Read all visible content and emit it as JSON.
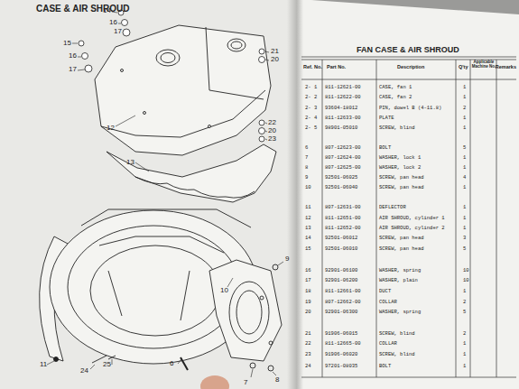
{
  "diagram": {
    "title": "FAN CASE & AIR SHROUD",
    "labels": [
      "CASE & AIR SHROUD",
      "14",
      "16",
      "17",
      "15",
      "16",
      "17",
      "21",
      "20",
      "22",
      "20",
      "23",
      "12",
      "13",
      "9",
      "10",
      "11",
      "24",
      "25",
      "6",
      "7",
      "8",
      "Ref. No.",
      "Part No.",
      "Description",
      "Q'ty",
      "Applicable Machine No.",
      "Remarks",
      "2- 1",
      "811-12621-00",
      "CASE, fan 1",
      "1",
      "2- 2",
      "811-12622-00",
      "CASE, fan 2",
      "1",
      "2- 3",
      "93604-18012",
      "PIN, dowel B (4-11.8)",
      "2",
      "2- 4",
      "811-12633-00",
      "PLATE",
      "1",
      "2- 5",
      "98901-05010",
      "SCREW, blind",
      "1",
      "6",
      "807-12623-00",
      "BOLT",
      "5",
      "7",
      "807-12624-00",
      "WASHER, lock 1",
      "1",
      "8",
      "807-12625-00",
      "WASHER, lock 2",
      "1",
      "9",
      "92501-06025",
      "SCREW, pan head",
      "4",
      "10",
      "92501-06040",
      "SCREW, pan head",
      "1",
      "11",
      "807-12631-00",
      "DEFLECTOR",
      "1",
      "12",
      "811-12651-00",
      "AIR SHROUD, cylinder 1",
      "1",
      "13",
      "811-12652-00",
      "AIR SHROUD, cylinder 2",
      "1",
      "14",
      "92501-06012",
      "SCREW, pan head",
      "3",
      "15",
      "92501-06010",
      "SCREW, pan head",
      "5",
      "16",
      "92901-06100",
      "WASHER, spring",
      "10",
      "17",
      "92901-06200",
      "WASHER, plain",
      "10",
      "18",
      "811-12661-00",
      "DUCT",
      "1",
      "19",
      "807-12662-00",
      "COLLAR",
      "2",
      "20",
      "92901-06300",
      "WASHER, spring",
      "5",
      "21",
      "91906-06015",
      "SCREW, blind",
      "2",
      "22",
      "811-12665-00",
      "COLLAR",
      "1",
      "23",
      "91906-06020",
      "SCREW, blind",
      "1",
      "24",
      "97201-08035",
      "BOLT",
      "1"
    ]
  }
}
